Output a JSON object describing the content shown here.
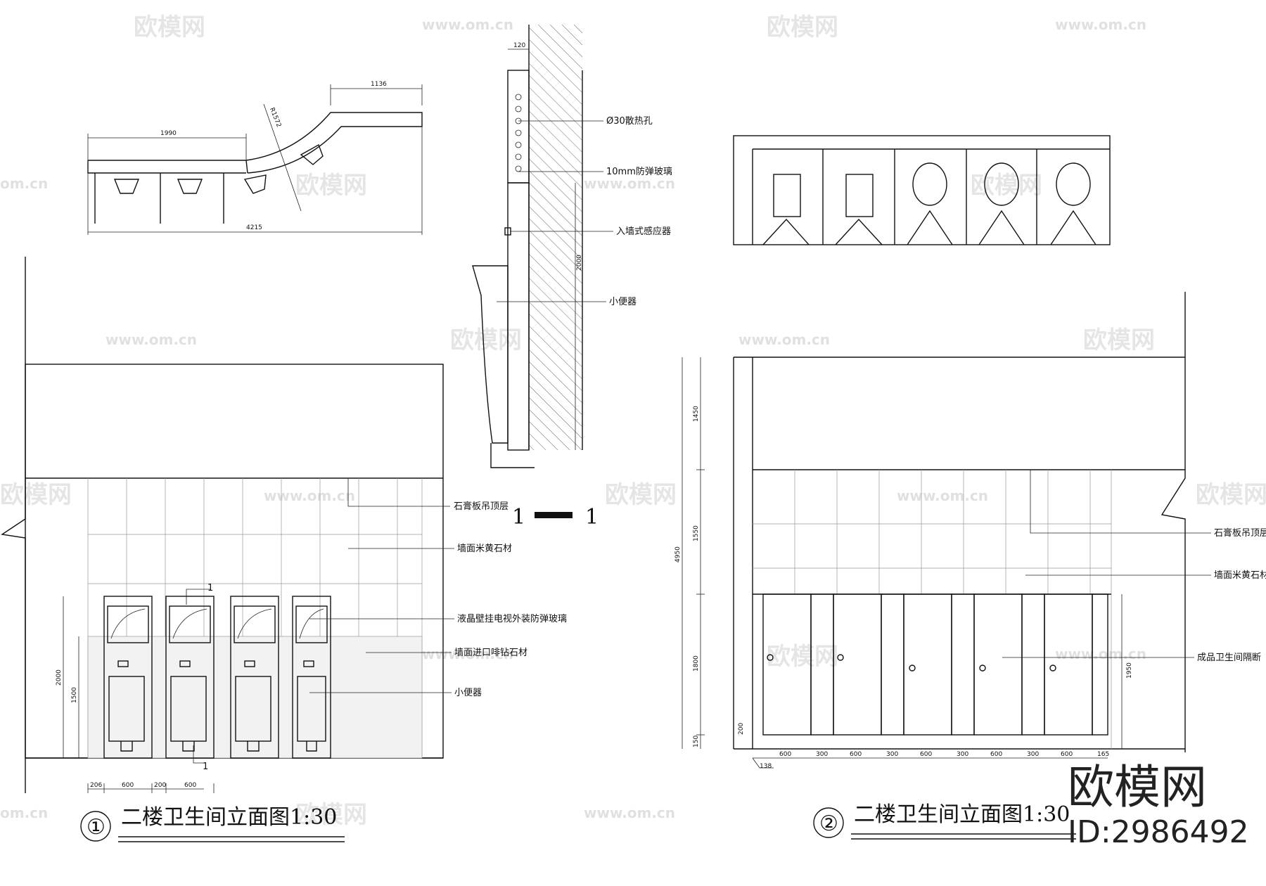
{
  "watermarks": {
    "brand": "欧模网",
    "url": "www.om.cn",
    "short_url": "om.cn"
  },
  "brand_mark": {
    "name": "欧模网",
    "id": "ID:2986492"
  },
  "plan_view": {
    "dims": {
      "straight": "1990",
      "radius": "R1572",
      "top_right": "1136",
      "total": "4215"
    }
  },
  "section": {
    "title_left": "1",
    "title_right": "1",
    "dims": {
      "top": "120",
      "height": "2000"
    },
    "labels": {
      "vent": "Ø30散热孔",
      "glass": "10mm防弹玻璃",
      "sensor": "入墙式感应器",
      "urinal": "小便器"
    }
  },
  "elevation1": {
    "marker": "①",
    "title": "二楼卫生间立面图1:30",
    "tag_top": "1",
    "tag_bottom": "1",
    "labels": {
      "ceiling": "石膏板吊顶层",
      "wall_stone": "墙面米黄石材",
      "tv": "液晶壁挂电视外装防弹玻璃",
      "imported_stone": "墙面进口啡钻石材",
      "urinal": "小便器"
    },
    "dims_bottom": [
      "206",
      "600",
      "200",
      "600"
    ],
    "dims_left": [
      "2000",
      "1500"
    ]
  },
  "elevation2": {
    "marker": "②",
    "title": "二楼卫生间立面图1:30",
    "labels": {
      "ceiling": "石膏板吊顶层",
      "wall_stone": "墙面米黄石材",
      "partition": "成品卫生间隔断"
    },
    "dims_left": [
      "1450",
      "1550",
      "4950",
      "1800",
      "150",
      "200"
    ],
    "dims_right": [
      "1950"
    ],
    "dims_bottom": [
      "600",
      "300",
      "600",
      "300",
      "600",
      "300",
      "600",
      "300",
      "600",
      "165"
    ],
    "dim_corner": "138"
  }
}
